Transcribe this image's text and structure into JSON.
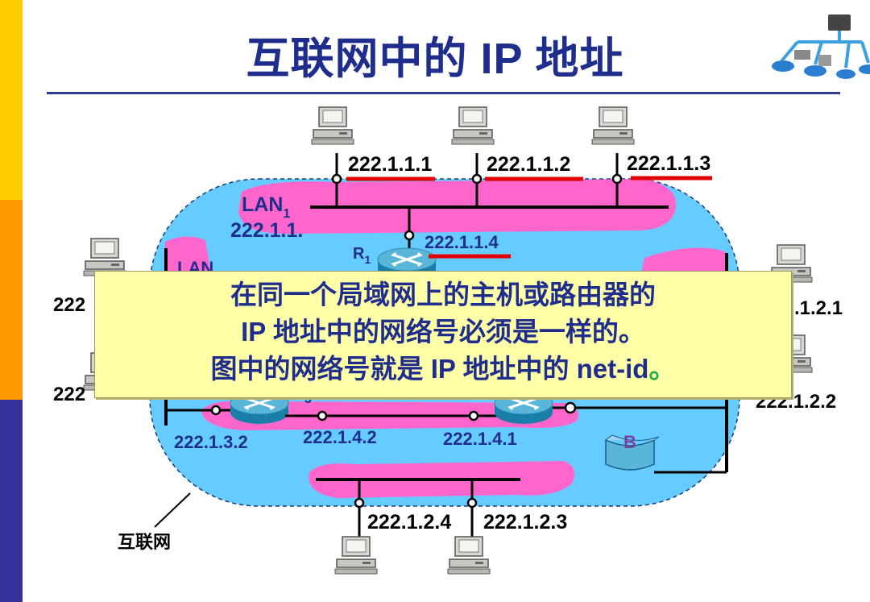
{
  "title": "互联网中的 IP 地址",
  "internet_label": "互联网",
  "lan1": {
    "label": "LAN",
    "sub": "1",
    "net": "222.1.1."
  },
  "lan_partial": "LAN",
  "router1": {
    "label": "R",
    "sub": "1"
  },
  "bridge_label": "B",
  "addresses": {
    "h1": "222.1.1.1",
    "h2": "222.1.1.2",
    "h3": "222.1.1.3",
    "r1": "222.1.1.4",
    "left1": "222",
    "left2": "222",
    "right1": ".1.2.1",
    "right2": "222.1.2.2",
    "r_a": "222.1.3.2",
    "r_b": "222.1.4.2",
    "r_c": "222.1.4.1",
    "bottom1": "222.1.2.4",
    "bottom2": "222.1.2.3",
    "partial3": "3"
  },
  "callout": {
    "line1": "在同一个局域网上的主机或路由器的",
    "line2": "IP 地址中的网络号必须是一样的。",
    "line3": "图中的网络号就是 IP 地址中的 net-id",
    "line3_end": "。"
  },
  "colors": {
    "title": "#1f2d8c",
    "cloud": "#66ccff",
    "lan_band": "#ff66cc",
    "underline": "#e00000",
    "callout_bg": "#ffffa8"
  }
}
